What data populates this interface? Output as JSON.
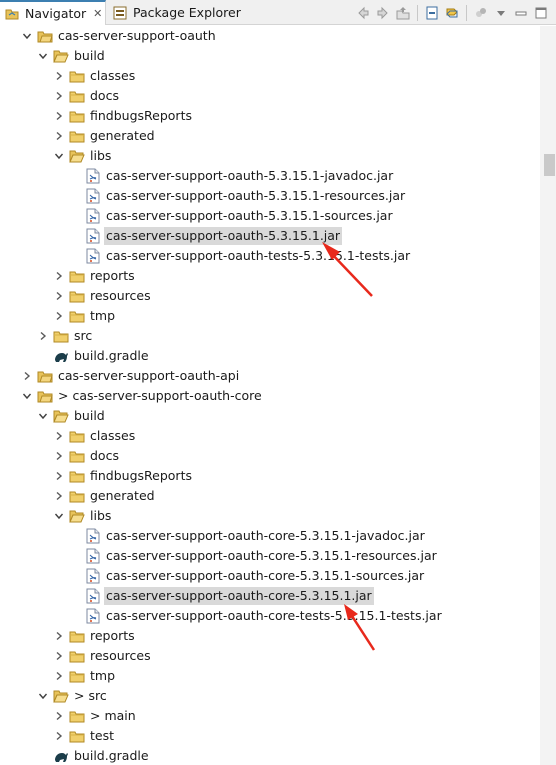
{
  "tabs": [
    {
      "label": "Navigator",
      "active": true
    },
    {
      "label": "Package Explorer",
      "active": false
    }
  ],
  "close_glyph": "✕",
  "toolbar_icons": [
    "back-icon",
    "forward-icon",
    "up-icon",
    "collapse-all-icon",
    "link-with-editor-icon",
    "filters-icon",
    "view-menu-icon"
  ],
  "tree": [
    {
      "label": "cas-server-support-oauth",
      "depth": 1,
      "expanded": true,
      "icon": "project-folder-icon"
    },
    {
      "label": "build",
      "depth": 2,
      "expanded": true,
      "icon": "folder-open-icon"
    },
    {
      "label": "classes",
      "depth": 3,
      "expanded": false,
      "icon": "folder-icon"
    },
    {
      "label": "docs",
      "depth": 3,
      "expanded": false,
      "icon": "folder-icon"
    },
    {
      "label": "findbugsReports",
      "depth": 3,
      "expanded": false,
      "icon": "folder-icon"
    },
    {
      "label": "generated",
      "depth": 3,
      "expanded": false,
      "icon": "folder-icon"
    },
    {
      "label": "libs",
      "depth": 3,
      "expanded": true,
      "icon": "folder-open-icon"
    },
    {
      "label": "cas-server-support-oauth-5.3.15.1-javadoc.jar",
      "depth": 4,
      "icon": "jar-icon"
    },
    {
      "label": "cas-server-support-oauth-5.3.15.1-resources.jar",
      "depth": 4,
      "icon": "jar-icon"
    },
    {
      "label": "cas-server-support-oauth-5.3.15.1-sources.jar",
      "depth": 4,
      "icon": "jar-icon"
    },
    {
      "label": "cas-server-support-oauth-5.3.15.1.jar",
      "depth": 4,
      "icon": "jar-icon",
      "selected": true
    },
    {
      "label": "cas-server-support-oauth-tests-5.3.15.1-tests.jar",
      "depth": 4,
      "icon": "jar-icon"
    },
    {
      "label": "reports",
      "depth": 3,
      "expanded": false,
      "icon": "folder-icon"
    },
    {
      "label": "resources",
      "depth": 3,
      "expanded": false,
      "icon": "folder-icon"
    },
    {
      "label": "tmp",
      "depth": 3,
      "expanded": false,
      "icon": "folder-icon"
    },
    {
      "label": "src",
      "depth": 2,
      "expanded": false,
      "icon": "folder-icon"
    },
    {
      "label": "build.gradle",
      "depth": 2,
      "icon": "gradle-icon"
    },
    {
      "label": "cas-server-support-oauth-api",
      "depth": 1,
      "expanded": false,
      "icon": "project-folder-icon"
    },
    {
      "label": "> cas-server-support-oauth-core",
      "depth": 1,
      "expanded": true,
      "icon": "project-folder-icon"
    },
    {
      "label": "build",
      "depth": 2,
      "expanded": true,
      "icon": "folder-open-icon"
    },
    {
      "label": "classes",
      "depth": 3,
      "expanded": false,
      "icon": "folder-icon"
    },
    {
      "label": "docs",
      "depth": 3,
      "expanded": false,
      "icon": "folder-icon"
    },
    {
      "label": "findbugsReports",
      "depth": 3,
      "expanded": false,
      "icon": "folder-icon"
    },
    {
      "label": "generated",
      "depth": 3,
      "expanded": false,
      "icon": "folder-icon"
    },
    {
      "label": "libs",
      "depth": 3,
      "expanded": true,
      "icon": "folder-open-icon"
    },
    {
      "label": "cas-server-support-oauth-core-5.3.15.1-javadoc.jar",
      "depth": 4,
      "icon": "jar-icon"
    },
    {
      "label": "cas-server-support-oauth-core-5.3.15.1-resources.jar",
      "depth": 4,
      "icon": "jar-icon"
    },
    {
      "label": "cas-server-support-oauth-core-5.3.15.1-sources.jar",
      "depth": 4,
      "icon": "jar-icon"
    },
    {
      "label": "cas-server-support-oauth-core-5.3.15.1.jar",
      "depth": 4,
      "icon": "jar-icon",
      "selected": true
    },
    {
      "label": "cas-server-support-oauth-core-tests-5.3.15.1-tests.jar",
      "depth": 4,
      "icon": "jar-icon"
    },
    {
      "label": "reports",
      "depth": 3,
      "expanded": false,
      "icon": "folder-icon"
    },
    {
      "label": "resources",
      "depth": 3,
      "expanded": false,
      "icon": "folder-icon"
    },
    {
      "label": "tmp",
      "depth": 3,
      "expanded": false,
      "icon": "folder-icon"
    },
    {
      "label": "> src",
      "depth": 2,
      "expanded": true,
      "icon": "folder-open-icon"
    },
    {
      "label": "> main",
      "depth": 3,
      "expanded": false,
      "icon": "folder-icon"
    },
    {
      "label": "test",
      "depth": 3,
      "expanded": false,
      "icon": "folder-icon"
    },
    {
      "label": "build.gradle",
      "depth": 2,
      "icon": "gradle-icon"
    }
  ],
  "colors": {
    "accent": "#3c7fb1",
    "selection": "#d9d9d9",
    "folder": "#e8c35a",
    "annotation": "#e8291c"
  }
}
